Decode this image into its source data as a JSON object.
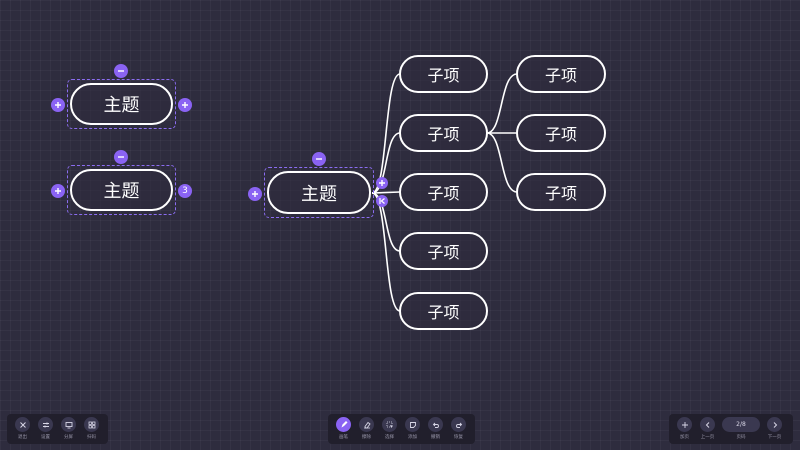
{
  "colors": {
    "background": "#2e2c3e",
    "accent": "#8a63f3",
    "node_border": "#ffffff",
    "toolbar_bg": "#211f2c"
  },
  "mindmap": {
    "topic_a": {
      "label": "主题",
      "controls": [
        "minus",
        "plus-left",
        "plus-right"
      ]
    },
    "topic_b": {
      "label": "主题",
      "collapsed_count": "3",
      "controls": [
        "minus",
        "plus-left"
      ]
    },
    "topic_c": {
      "label": "主题",
      "controls": [
        "minus",
        "plus-left",
        "plus-right",
        "collapse-left"
      ],
      "children": [
        {
          "label": "子项"
        },
        {
          "label": "子项",
          "children": [
            {
              "label": "子项"
            },
            {
              "label": "子项"
            },
            {
              "label": "子项"
            }
          ]
        },
        {
          "label": "子项"
        },
        {
          "label": "子项"
        },
        {
          "label": "子项"
        }
      ]
    }
  },
  "toolbar_left": [
    {
      "icon": "close-icon",
      "label": "退出"
    },
    {
      "icon": "settings-toggle-icon",
      "label": "设置"
    },
    {
      "icon": "monitor-icon",
      "label": "分屏"
    },
    {
      "icon": "grid-icon",
      "label": "扫码"
    }
  ],
  "toolbar_center": [
    {
      "icon": "pen-icon",
      "label": "画笔",
      "active": true
    },
    {
      "icon": "eraser-icon",
      "label": "擦除"
    },
    {
      "icon": "select-icon",
      "label": "选择"
    },
    {
      "icon": "sticky-note-icon",
      "label": "添加"
    },
    {
      "icon": "undo-icon",
      "label": "撤销"
    },
    {
      "icon": "redo-icon",
      "label": "恢复"
    }
  ],
  "toolbar_right": {
    "add_label": "加页",
    "prev_label": "上一页",
    "page_indicator": "2/8",
    "page_label": "页码",
    "next_label": "下一页"
  }
}
